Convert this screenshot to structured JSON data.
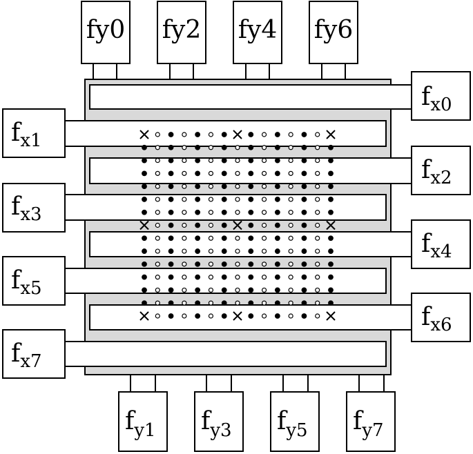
{
  "top_pads": [
    {
      "id": "fy0",
      "label": "fy0"
    },
    {
      "id": "fy2",
      "label": "fy2"
    },
    {
      "id": "fy4",
      "label": "fy4"
    },
    {
      "id": "fy6",
      "label": "fy6"
    }
  ],
  "bottom_pads": [
    {
      "id": "fy1",
      "main": "f",
      "sub": "y1"
    },
    {
      "id": "fy3",
      "main": "f",
      "sub": "y3"
    },
    {
      "id": "fy5",
      "main": "f",
      "sub": "y5"
    },
    {
      "id": "fy7",
      "main": "f",
      "sub": "y7"
    }
  ],
  "right_pads": [
    {
      "id": "fx0",
      "main": "f",
      "sub": "x0"
    },
    {
      "id": "fx2",
      "main": "f",
      "sub": "x2"
    },
    {
      "id": "fx4",
      "main": "f",
      "sub": "x4"
    },
    {
      "id": "fx6",
      "main": "f",
      "sub": "x6"
    }
  ],
  "left_pads": [
    {
      "id": "fx1",
      "main": "f",
      "sub": "x1"
    },
    {
      "id": "fx3",
      "main": "f",
      "sub": "x3"
    },
    {
      "id": "fx5",
      "main": "f",
      "sub": "x5"
    },
    {
      "id": "fx7",
      "main": "f",
      "sub": "x7"
    }
  ],
  "dot_grid": {
    "rows": 15,
    "cols": 15,
    "cross_rows": [
      0,
      7,
      14
    ],
    "cross_cols": [
      0,
      7,
      14
    ],
    "filled_pattern": "checker-columns"
  },
  "colors": {
    "chip": "#d9d9d9",
    "stroke": "#000000",
    "fill": "#ffffff"
  }
}
